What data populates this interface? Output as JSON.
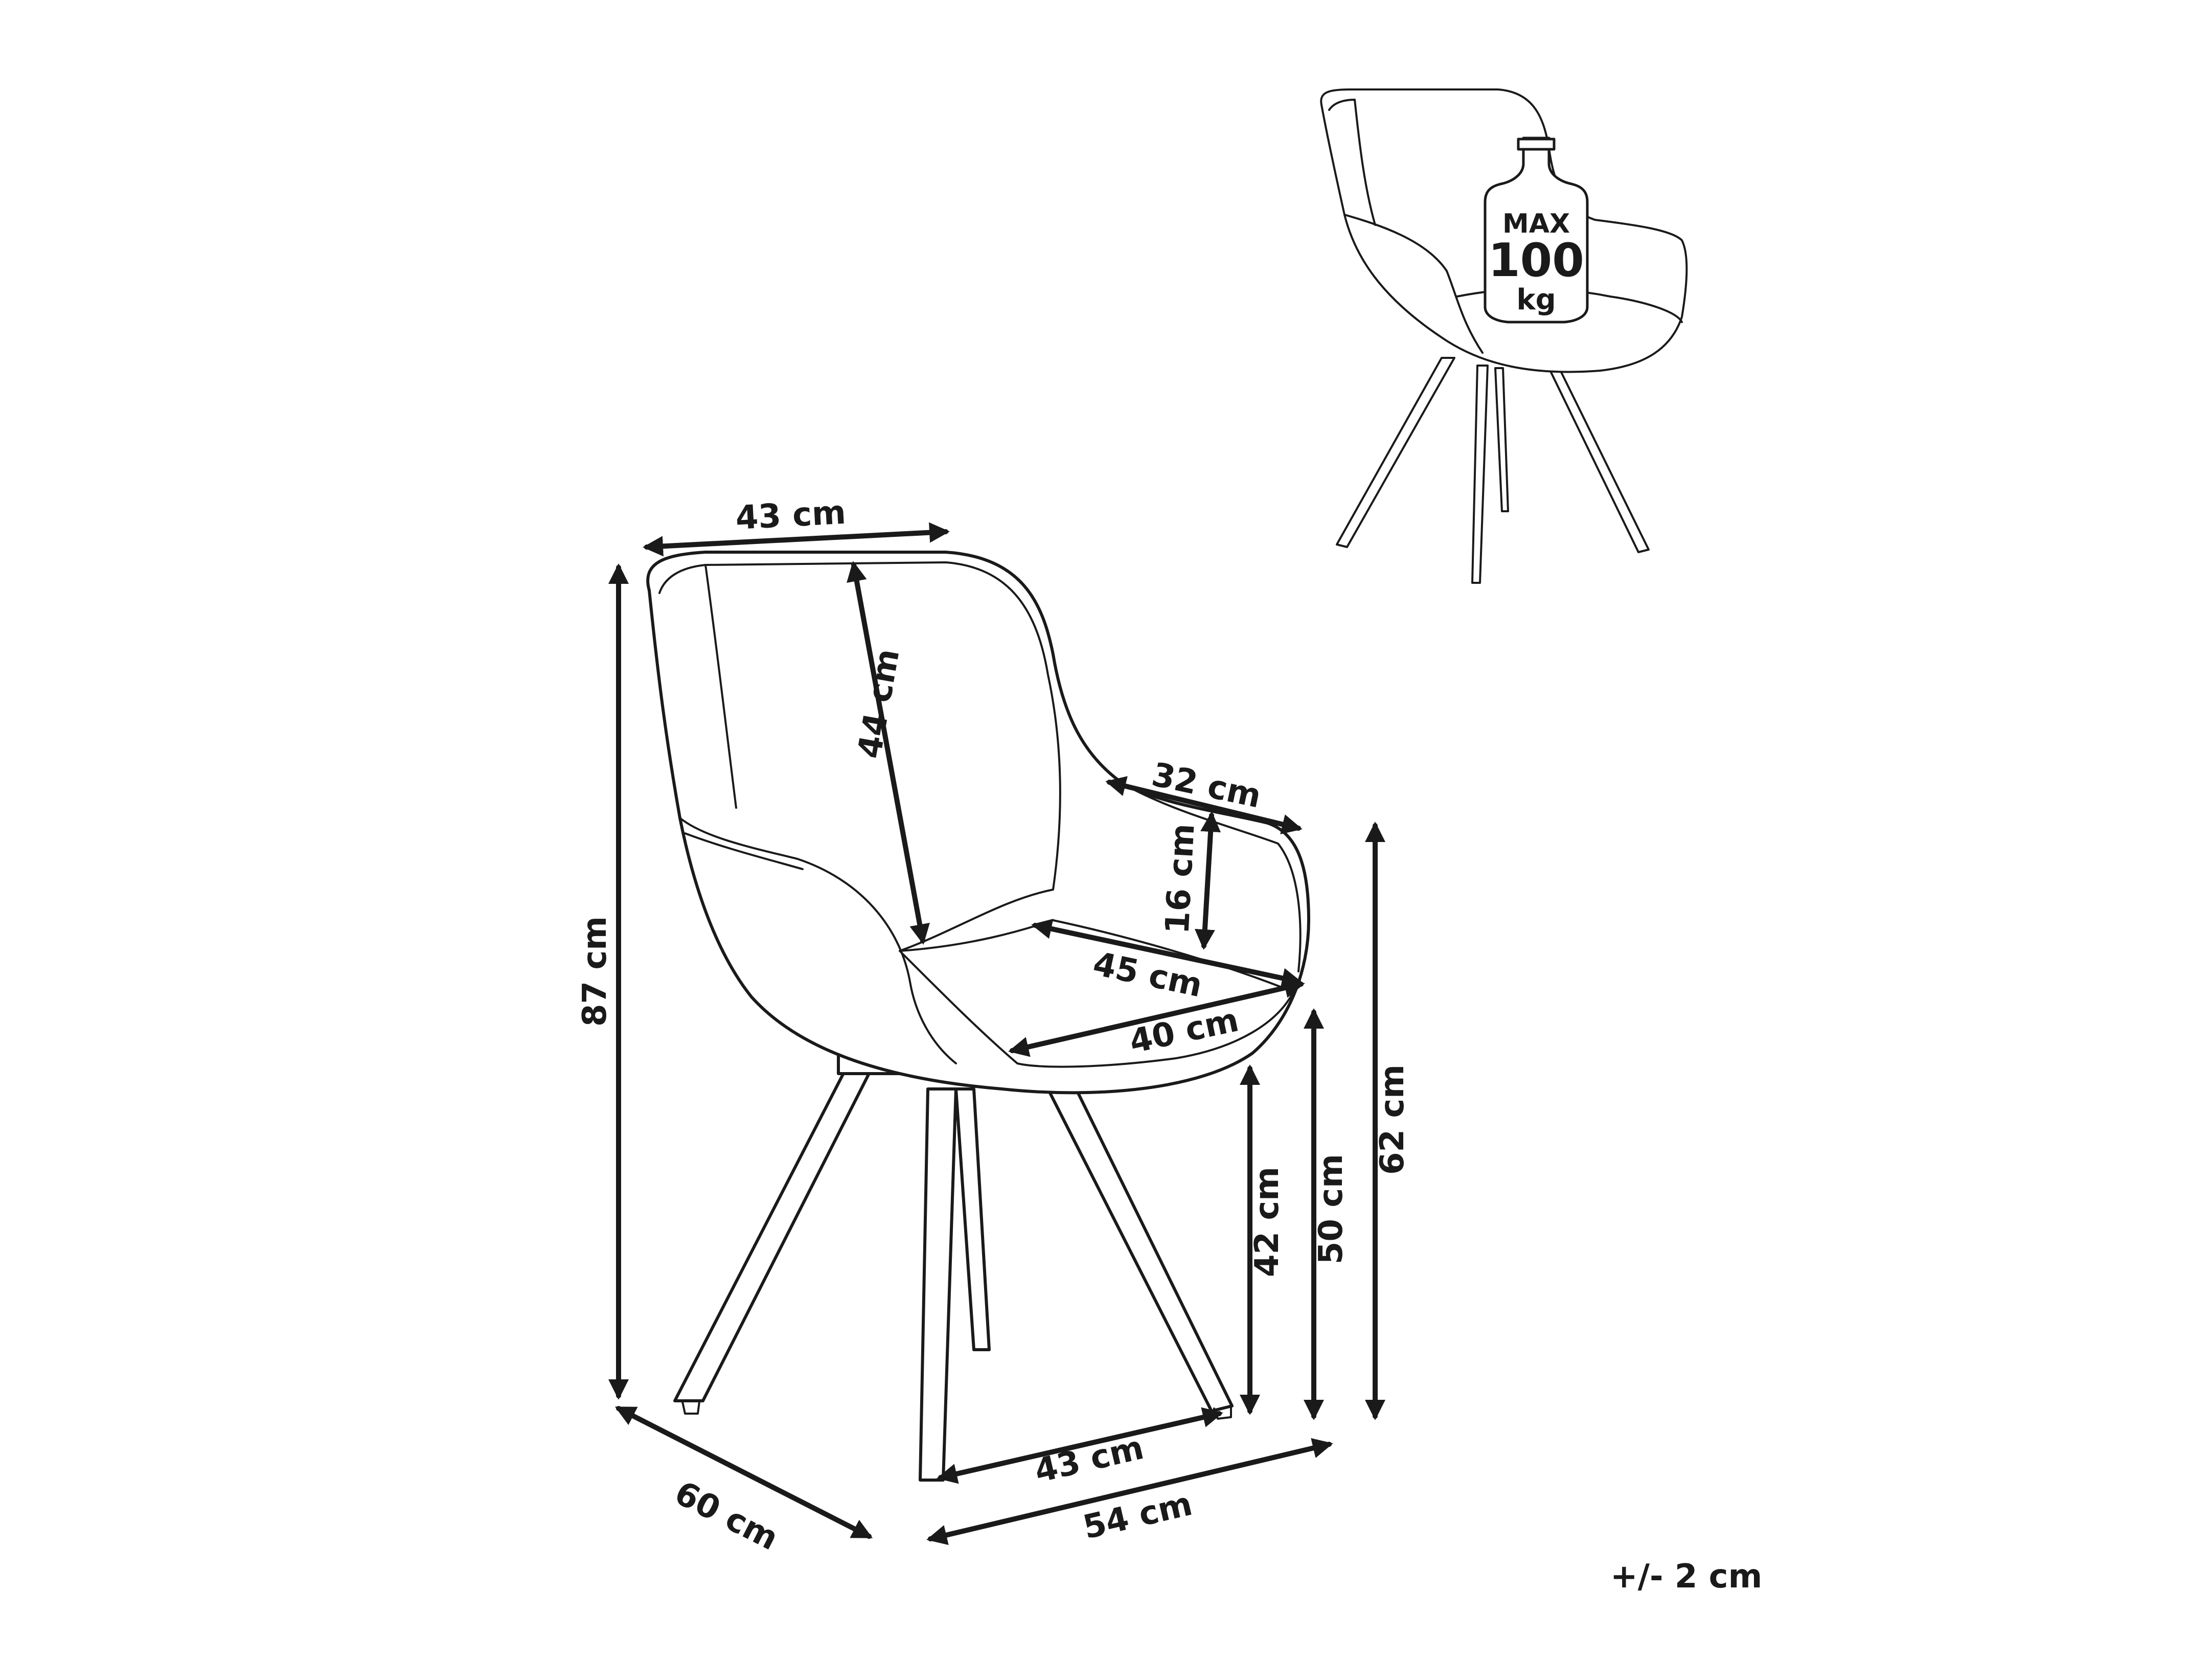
{
  "dimensions": {
    "back_width": "43 cm",
    "backrest_height": "44 cm",
    "total_height": "87 cm",
    "armrest_depth": "32 cm",
    "armrest_height": "16 cm",
    "seat_depth": "45 cm",
    "seat_width": "40 cm",
    "seat_height_front": "42 cm",
    "seat_height": "50 cm",
    "armrest_floor_height": "62 cm",
    "base_depth": "60 cm",
    "base_width_inner": "43 cm",
    "base_width_outer": "54 cm"
  },
  "max_load": {
    "line1": "MAX",
    "line2": "100",
    "line3": "kg"
  },
  "tolerance": "+/- 2 cm",
  "colors": {
    "ink": "#1a1a1a",
    "background": "#ffffff"
  }
}
